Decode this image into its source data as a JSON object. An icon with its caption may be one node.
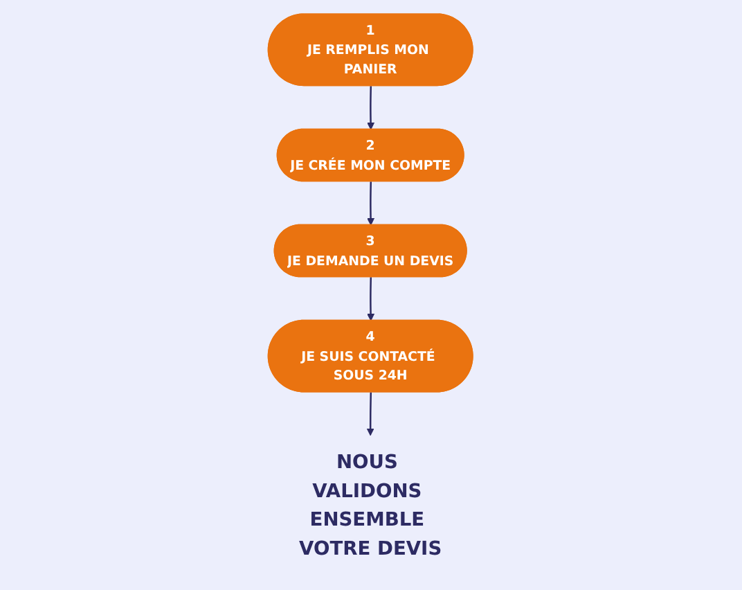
{
  "diagram": {
    "nodes": [
      {
        "text": [
          "1",
          "JE REMPLIS MON PANIER"
        ]
      },
      {
        "text": [
          "2",
          "JE CRÉE MON COMPTE"
        ]
      },
      {
        "text": [
          "3",
          "JE DEMANDE UN DEVIS"
        ]
      },
      {
        "text": [
          "4",
          "JE SUIS CONTACTÉ SOUS 24H"
        ]
      },
      {
        "text": [
          "NOUS VALIDONS ENSEMBLE VOTRE DEVIS"
        ]
      }
    ],
    "edges": [
      {
        "from": 0,
        "to": 1,
        "arrow": "to"
      },
      {
        "from": 1,
        "to": 2,
        "arrow": "to"
      },
      {
        "from": 2,
        "to": 3,
        "arrow": "to"
      },
      {
        "from": 3,
        "to": 4,
        "arrow": "to"
      }
    ]
  }
}
